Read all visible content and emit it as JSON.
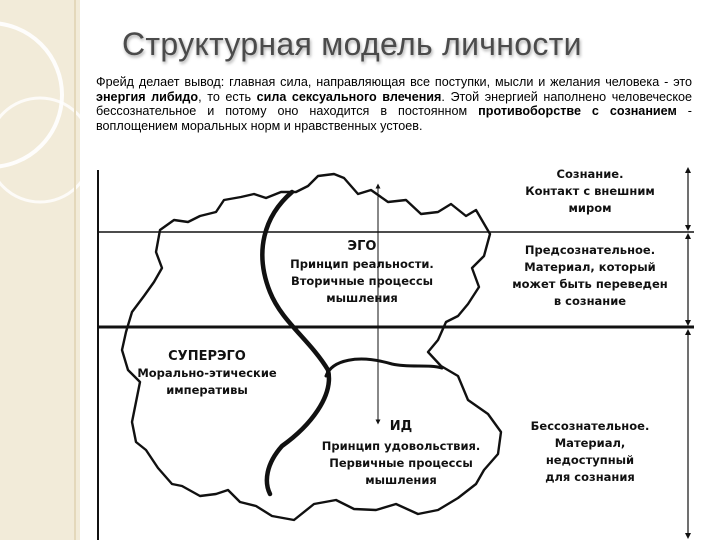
{
  "slide": {
    "title": "Структурная модель личности",
    "intro": {
      "seg1": "Фрейд делает вывод: главная сила, направляющая все поступки, мысли и желания человека - это ",
      "seg2": "энергия либидо",
      "seg3": ", то есть ",
      "seg4": "сила сексуального влечения",
      "seg5": ". Этой энергией наполнено человеческое бессознательное и потому оно находится в постоянном ",
      "seg6": "противоборстве с сознанием",
      "seg7": " - воплощением моральных норм и нравственных устоев."
    }
  },
  "diagram": {
    "ego": {
      "title": "ЭГО",
      "lines": [
        "Принцип реальности.",
        "Вторичные процессы",
        "мышления"
      ]
    },
    "superego": {
      "title": "СУПЕРЭГО",
      "lines": [
        "Морально-этические",
        "императивы"
      ]
    },
    "id": {
      "title": "ИД",
      "lines": [
        "Принцип удовольствия.",
        "Первичные процессы",
        "мышления"
      ]
    },
    "levels": {
      "conscious": [
        "Сознание.",
        "Контакт с внешним",
        "миром"
      ],
      "preconscious": [
        "Предсознательное.",
        "Материал, который",
        "может быть переведен",
        "в сознание"
      ],
      "unconscious": [
        "Бессознательное.",
        "Материал,",
        "недоступный",
        "для сознания"
      ]
    }
  },
  "colors": {
    "sidebar": "#f2ebd9",
    "title": "#4b4b4b",
    "ink": "#111111"
  }
}
